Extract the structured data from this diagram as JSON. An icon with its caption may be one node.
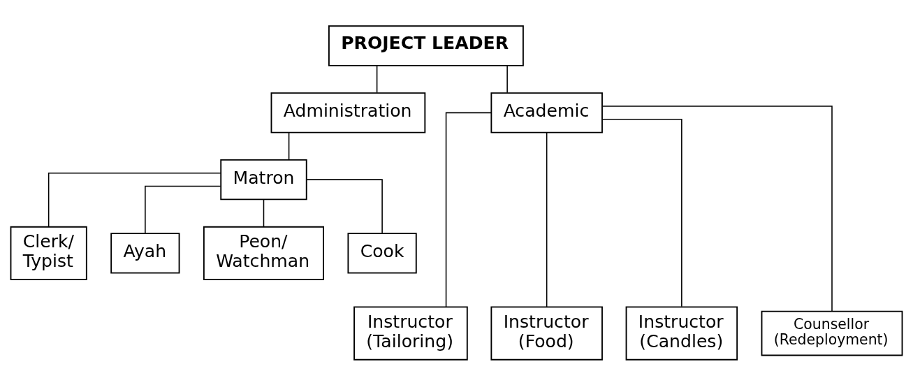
{
  "diagram": {
    "nodes": [
      {
        "text": [
          "PROJECT LEADER"
        ]
      },
      {
        "text": [
          "Administration"
        ]
      },
      {
        "text": [
          "Academic"
        ]
      },
      {
        "text": [
          "Matron"
        ]
      },
      {
        "text": [
          "Clerk/ Typist"
        ]
      },
      {
        "text": [
          "Ayah"
        ]
      },
      {
        "text": [
          "Peon/ Watchman"
        ]
      },
      {
        "text": [
          "Cook"
        ]
      },
      {
        "text": [
          "Instructor (Tailoring)"
        ]
      },
      {
        "text": [
          "Instructor (Food)"
        ]
      },
      {
        "text": [
          "Instructor (Candles)"
        ]
      },
      {
        "text": [
          "Counsellor (Redeployment)"
        ]
      }
    ],
    "edges": [
      {
        "from": 0,
        "to": 1,
        "arrow": "none"
      },
      {
        "from": 0,
        "to": 2,
        "arrow": "none"
      },
      {
        "from": 1,
        "to": 3,
        "arrow": "none"
      },
      {
        "from": 3,
        "to": 4,
        "arrow": "none"
      },
      {
        "from": 3,
        "to": 5,
        "arrow": "none"
      },
      {
        "from": 3,
        "to": 6,
        "arrow": "none"
      },
      {
        "from": 3,
        "to": 7,
        "arrow": "none"
      },
      {
        "from": 2,
        "to": 8,
        "arrow": "none"
      },
      {
        "from": 2,
        "to": 9,
        "arrow": "none"
      },
      {
        "from": 2,
        "to": 10,
        "arrow": "none"
      },
      {
        "from": 2,
        "to": 11,
        "arrow": "none"
      }
    ]
  }
}
